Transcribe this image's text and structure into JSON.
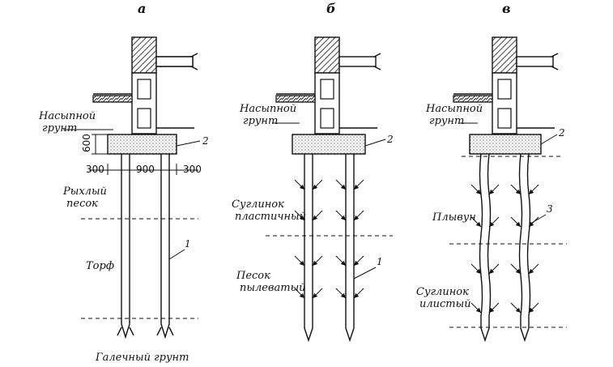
{
  "panels": [
    {
      "id": "a",
      "label": "а",
      "labels": {
        "fill_soil": "Насыпной грунт",
        "layer1": "Рыхлый песок",
        "layer2": "Торф",
        "bottom": "Галечный грунт",
        "pile_number": "1",
        "cap_number": "2"
      },
      "dimensions": {
        "height": "600",
        "left": "300",
        "middle": "900",
        "right": "300"
      }
    },
    {
      "id": "b",
      "label": "б",
      "labels": {
        "fill_soil": "Насыпной грунт",
        "layer1": "Суглинок пластичный",
        "layer2": "Песок пылеватый",
        "pile_number": "1",
        "cap_number": "2"
      }
    },
    {
      "id": "c",
      "label": "в",
      "labels": {
        "fill_soil": "Насыпной грунт",
        "layer1": "Плывун",
        "layer2": "Суглинок илистый",
        "pile_number": "3",
        "cap_number": "2"
      }
    }
  ]
}
